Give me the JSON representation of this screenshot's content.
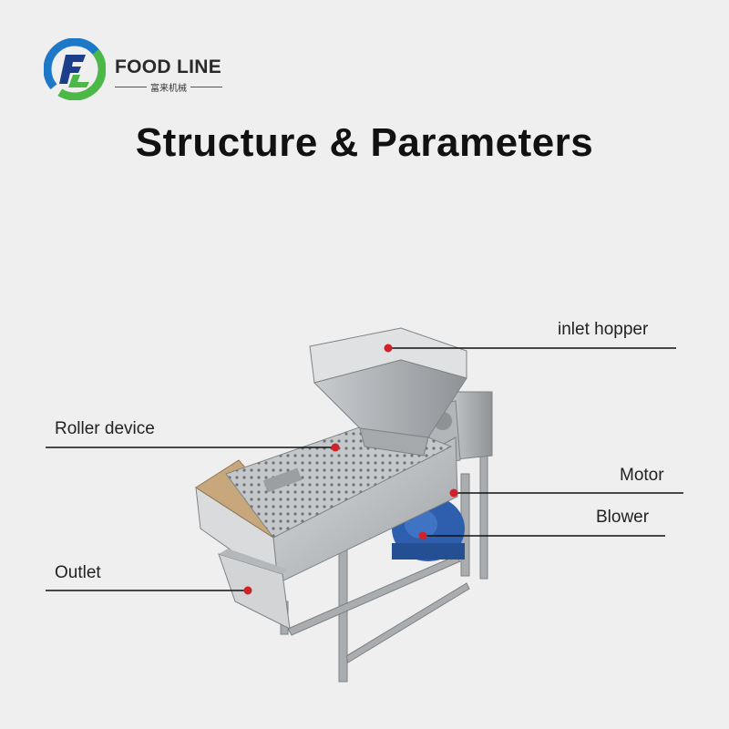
{
  "brand": {
    "name": "FOOD LINE",
    "subtitle": "富来机械",
    "colors": {
      "blue": "#1e78c8",
      "green": "#4cb848",
      "navy": "#1b3f8a"
    }
  },
  "title": "Structure & Parameters",
  "callouts": {
    "inlet_hopper": "inlet hopper",
    "roller_device": "Roller device",
    "motor": "Motor",
    "blower": "Blower",
    "outlet": "Outlet"
  },
  "colors": {
    "background": "#efefef",
    "leader_line": "#111111",
    "marker": "#d0222a",
    "steel": "#b9bcbe",
    "blower": "#2d5fae"
  }
}
